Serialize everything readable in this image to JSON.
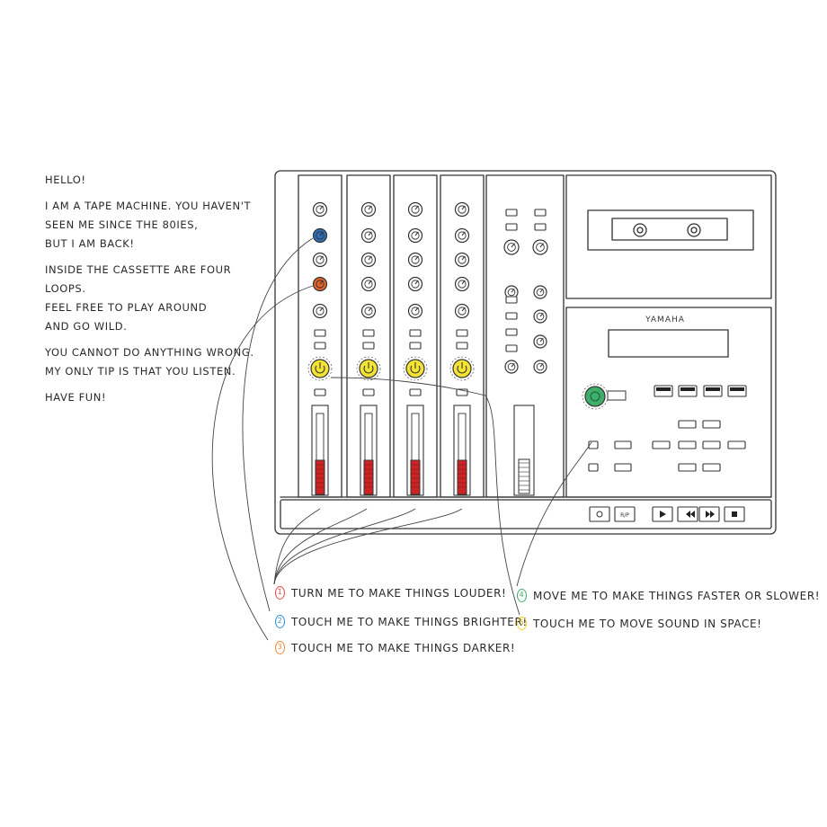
{
  "intro": {
    "lines": [
      "Hello!",
      "I am a tape machine. You haven't",
      "seen me since the 80ies,",
      "but I am back!",
      "Inside the cassette are four loops.",
      "Feel free to play around",
      "and go wild.",
      "You cannot do anything wrong.",
      "My only tip is that you listen.",
      "Have fun!"
    ]
  },
  "device": {
    "brand": "YAMAHA",
    "colors": {
      "blue": "#2e6fb5",
      "orange": "#e0642a",
      "yellow": "#f3e332",
      "red": "#cc2424",
      "green": "#3fae6a",
      "line": "#333333"
    },
    "transport": [
      {
        "label": "",
        "icon": "record-icon"
      },
      {
        "label": "R/P",
        "icon": "rp-label"
      },
      {
        "label": "",
        "icon": "play-icon"
      },
      {
        "label": "",
        "icon": "rewind-icon"
      },
      {
        "label": "",
        "icon": "fast-forward-icon"
      },
      {
        "label": "",
        "icon": "stop-icon"
      }
    ],
    "channel_count": 4
  },
  "legend": [
    {
      "num": "1",
      "color": "#e24a4a",
      "text": "Turn me to make things louder!"
    },
    {
      "num": "2",
      "color": "#2e8fd1",
      "text": "Touch me to make things brighter!"
    },
    {
      "num": "3",
      "color": "#f08a3c",
      "text": "Touch me to make things darker!"
    },
    {
      "num": "4",
      "color": "#3fae6a",
      "text": "Move me to make things faster or slower!"
    },
    {
      "num": "5",
      "color": "#f0d32a",
      "text": "Touch me to move sound in space!"
    }
  ]
}
